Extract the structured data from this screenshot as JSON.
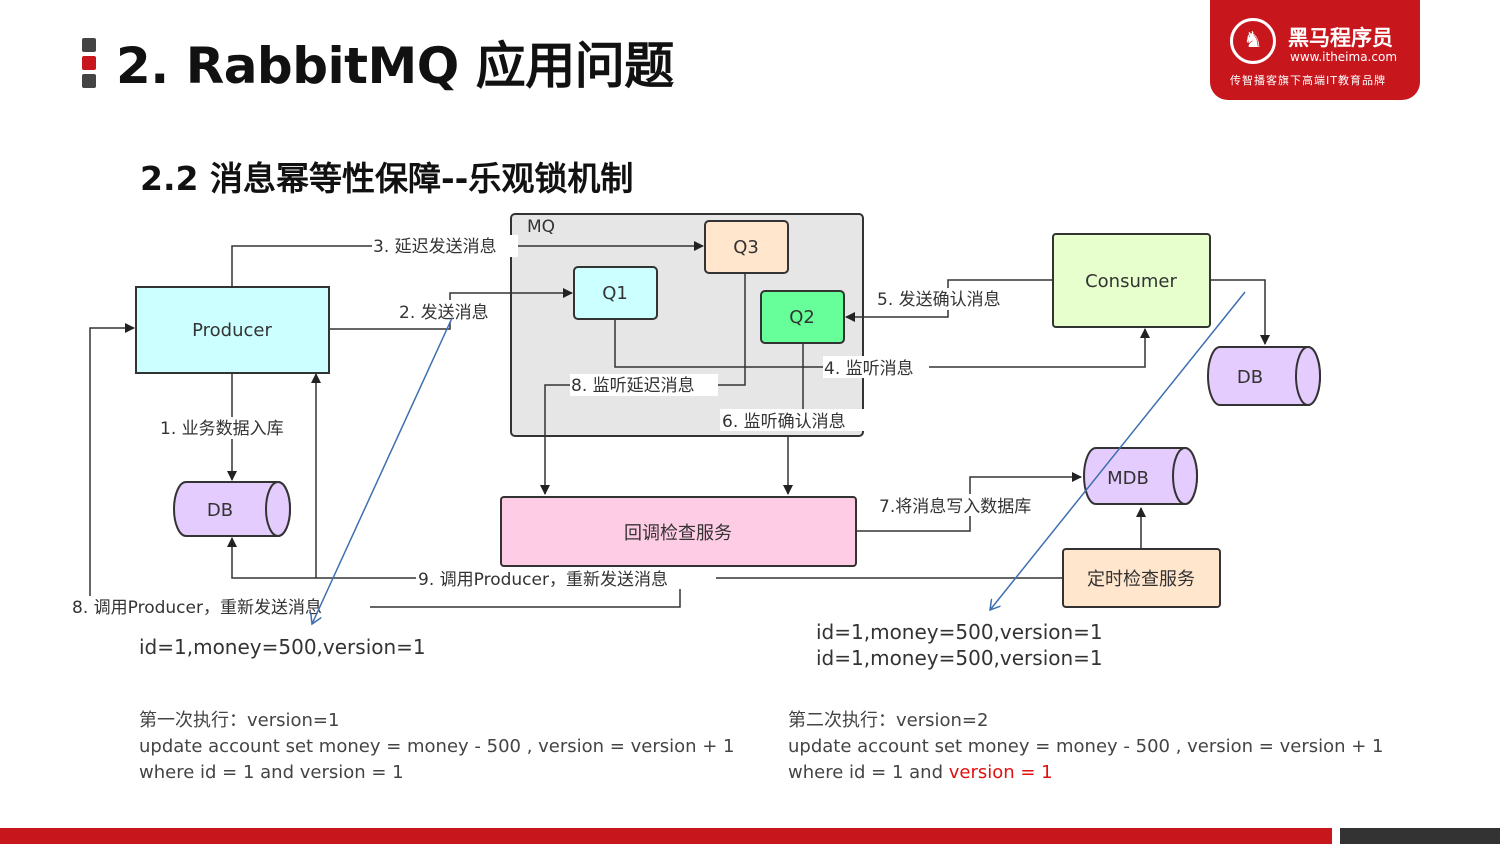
{
  "header": {
    "title": "2. RabbitMQ 应用问题",
    "subtitle": "2.2 消息幂等性保障--乐观锁机制"
  },
  "logo": {
    "name": "黑马程序员",
    "url": "www.itheima.com",
    "slogan": "传智播客旗下高端IT教育品牌"
  },
  "diagram": {
    "nodes": {
      "mq": "MQ",
      "producer": "Producer",
      "consumer": "Consumer",
      "q1": "Q1",
      "q2": "Q2",
      "q3": "Q3",
      "db_left": "DB",
      "db_right": "DB",
      "mdb": "MDB",
      "callback_service": "回调检查服务",
      "timer_service": "定时检查服务"
    },
    "edges": {
      "e1": "1. 业务数据入库",
      "e2": "2. 发送消息",
      "e3": "3. 延迟发送消息",
      "e4": "4. 监听消息",
      "e5": "5. 发送确认消息",
      "e6": "6. 监听确认消息",
      "e7": "7.将消息写入数据库",
      "e8a": "8. 监听延迟消息",
      "e8b": "8. 调用Producer，重新发送消息",
      "e9": "9. 调用Producer，重新发送消息"
    }
  },
  "records": {
    "left": "id=1,money=500,version=1",
    "right_1": "id=1,money=500,version=1",
    "right_2": "id=1,money=500,version=1"
  },
  "sql_left": {
    "heading": "第一次执行：version=1",
    "line1": "update account set money = money - 500 , version = version + 1",
    "line2": "where id = 1 and version = 1"
  },
  "sql_right": {
    "heading": "第二次执行：version=2",
    "line1": "update account set money = money - 500 , version = version + 1",
    "line2_prefix": "where id = 1 and ",
    "line2_highlight": "version = 1"
  },
  "colors": {
    "brand_red": "#c8161d",
    "producer": "#ccffff",
    "consumer": "#e6ffcc",
    "q1": "#ccffff",
    "q2": "#66ff99",
    "q3": "#ffe6cc",
    "db": "#e5ccff",
    "callback": "#ffcce6",
    "timer": "#ffe6cc",
    "mq_bg": "#e6e6e6",
    "annotation_line": "#3d6fb0",
    "highlight": "#e01010"
  }
}
